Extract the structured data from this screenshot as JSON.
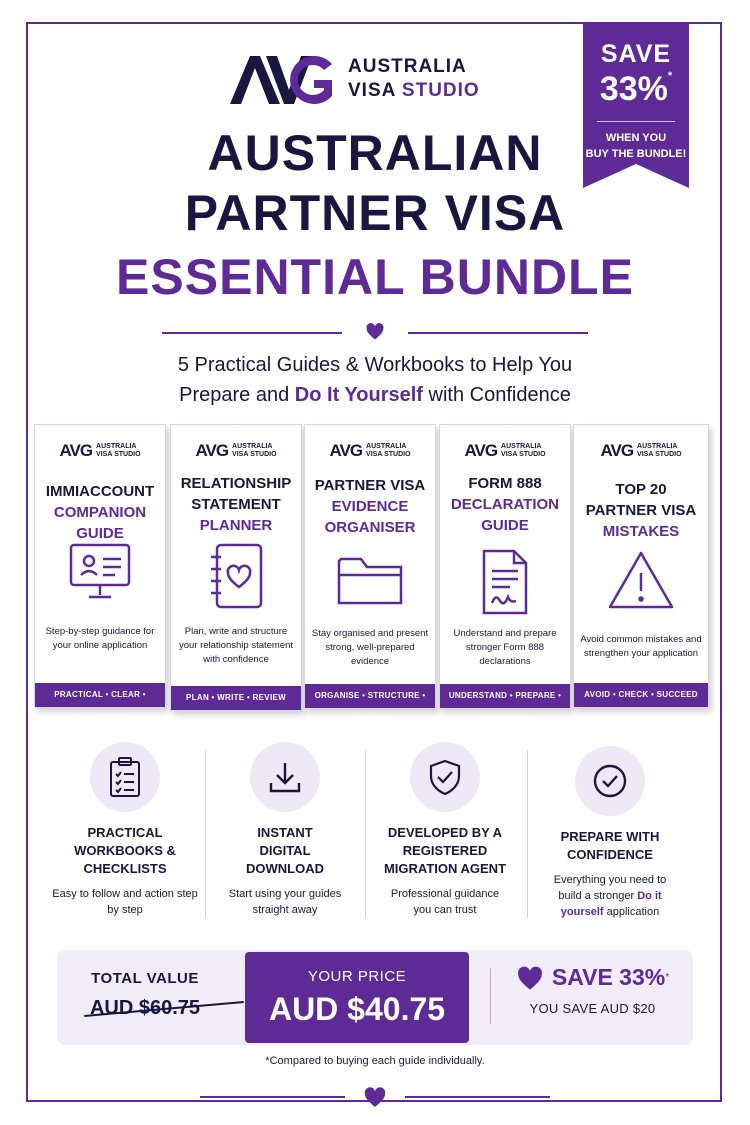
{
  "brand": {
    "mark": "AVG",
    "name_line1": "AUSTRALIA",
    "name_line2_a": "VISA",
    "name_line2_b": "STUDIO"
  },
  "ribbon": {
    "save": "SAVE",
    "percent": "33%",
    "asterisk": "*",
    "when_line1": "WHEN YOU",
    "when_line2": "BUY THE BUNDLE!"
  },
  "title": {
    "line1": "AUSTRALIAN",
    "line2": "PARTNER VISA",
    "line3": "ESSENTIAL BUNDLE"
  },
  "subtitle": {
    "line1": "5 Practical Guides & Workbooks to Help You",
    "line2_a": "Prepare and ",
    "line2_emph": "Do It Yourself",
    "line2_b": " with Confidence"
  },
  "books": [
    {
      "title_dark": "IMMIACCOUNT",
      "title_purple": "COMPANION GUIDE",
      "icon": "computer-profile-icon",
      "desc": "Step-by-step guidance for your online application",
      "footer": "PRACTICAL • CLEAR • CONFIDENT"
    },
    {
      "title_dark": "RELATIONSHIP STATEMENT",
      "title_purple": "PLANNER",
      "icon": "heart-notebook-icon",
      "desc": "Plan, write and structure your relationship statement with confidence",
      "footer": "PLAN • WRITE • REVIEW"
    },
    {
      "title_dark": "PARTNER VISA",
      "title_purple": "EVIDENCE ORGANISER",
      "icon": "folder-icon",
      "desc": "Stay organised and present strong, well-prepared evidence",
      "footer": "ORGANISE • STRUCTURE • PREPARE"
    },
    {
      "title_dark": "FORM 888",
      "title_purple": "DECLARATION GUIDE",
      "icon": "signed-document-icon",
      "desc": "Understand and prepare stronger Form 888 declarations",
      "footer": "UNDERSTAND • PREPARE • CONFIDENT"
    },
    {
      "title_dark": "TOP 20 PARTNER VISA",
      "title_purple": "MISTAKES",
      "icon": "warning-icon",
      "desc": "Avoid common mistakes and strengthen your application",
      "footer": "AVOID • CHECK • SUCCEED"
    }
  ],
  "features": [
    {
      "icon": "clipboard-checklist-icon",
      "heading": "PRACTICAL WORKBOOKS & CHECKLISTS",
      "desc": "Easy to follow and action step by step"
    },
    {
      "icon": "download-icon",
      "heading": "INSTANT DIGITAL DOWNLOAD",
      "desc": "Start using your guides straight away"
    },
    {
      "icon": "shield-check-icon",
      "heading": "DEVELOPED BY A REGISTERED MIGRATION AGENT",
      "desc": "Professional guidance you can trust"
    },
    {
      "icon": "check-circle-icon",
      "heading": "PREPARE WITH CONFIDENCE",
      "desc_a": "Everything you need to build a stronger ",
      "desc_emph": "Do it yourself",
      "desc_b": " application"
    }
  ],
  "pricing": {
    "total_label": "TOTAL VALUE",
    "total_value": "AUD $60.75",
    "price_label": "YOUR PRICE",
    "price_value": "AUD $40.75",
    "save_label": "SAVE 33%",
    "save_asterisk": "*",
    "save_sub": "YOU SAVE AUD $20"
  },
  "footnote": "*Compared to buying each guide individually.",
  "colors": {
    "purple": "#5e2a96",
    "navy": "#1b1640",
    "lavender": "#efe8f7"
  }
}
